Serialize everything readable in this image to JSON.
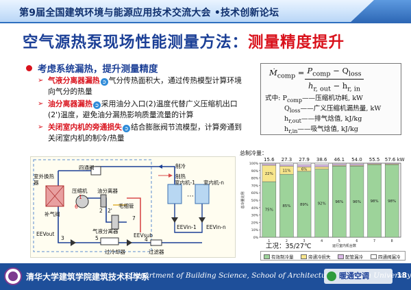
{
  "header": {
    "conference": "第9届全国建筑环境与能源应用技术交流大会 •技术创新论坛"
  },
  "title": {
    "part1": "空气源热泵现场性能测量方法：",
    "part2": "测量精度提升"
  },
  "bullet": "考虑系统漏热，提升测量精度",
  "items": [
    {
      "highlight": "气液分离器漏热",
      "text": "气分传热面积大，通过传热模型计算环境向气分的热量"
    },
    {
      "highlight": "油分离器漏热",
      "text": "采用油分入口(2)温度代替广义压缩机出口(2')温度，避免油分漏热影响质量流量的计算"
    },
    {
      "highlight": "关闭室内机的旁通损失",
      "text": "结合膨胀阀节流模型，计算旁通到关闭室内机的制冷/热量"
    }
  ],
  "formula": {
    "lhs": "Ṁ",
    "lhs_sub": "comp",
    "numerator": "P",
    "num_sub": "comp",
    "num_minus": " − Q",
    "num_sub2": "loss",
    "denominator": "h",
    "den_sub": "r, out",
    "den_minus": " − h",
    "den_sub2": "r, in",
    "defs": [
      {
        "sym": "式中: P",
        "sub": "comp",
        "desc": "——压缩机功耗, kW"
      },
      {
        "sym": "Q",
        "sub": "loss",
        "desc": "——广义压缩机漏热量, kW"
      },
      {
        "sym": "h",
        "sub": "r,out",
        "desc": "——排气焓值, kJ/kg"
      },
      {
        "sym": "h",
        "sub": "r,in",
        "desc": "——吸气焓值, kJ/kg"
      }
    ]
  },
  "diagram": {
    "labels": {
      "four_way": "四通阀",
      "outdoor_hx": "室外换热器",
      "compressor": "压缩机",
      "oil_sep": "油分离器",
      "capillary": "毛细管",
      "gl_sep": "气液分离器",
      "subcool_hx": "过冷却器",
      "eev_out": "EEVout",
      "eev_sub": "EEVsub",
      "filter": "过滤器",
      "cooling": "制冷",
      "heating": "制热",
      "indoor1": "室内机-1",
      "indoorn": "室内机-n",
      "eev_in1": "EEVin-1",
      "eev_inn": "EEVin-n",
      "n1": "1",
      "n2": "2",
      "n2p": "2'",
      "n3": "3",
      "n4": "4",
      "n5": "5",
      "n6": "6",
      "n7": "7",
      "make_air": "补气阀",
      "dots": "⋯"
    }
  },
  "chart_data": {
    "type": "bar",
    "title": "总制冷量：",
    "ylabel": "总冷量比例",
    "xlabel": "运行室内机台数",
    "totals": [
      "15.6",
      "27.3",
      "27.9",
      "38.6",
      "46.1",
      "54.0",
      "55.5",
      "57.6 kW"
    ],
    "categories": [
      "1",
      "2",
      "3",
      "4",
      "5",
      "6",
      "7",
      "8"
    ],
    "ylim": [
      0,
      100
    ],
    "yticks": [
      "0%",
      "10%",
      "20%",
      "30%",
      "40%",
      "50%",
      "60%",
      "70%",
      "80%",
      "90%",
      "100%"
    ],
    "series": [
      {
        "name": "有效制冷量",
        "values": [
          75,
          85,
          89,
          92,
          96,
          96,
          98,
          98
        ],
        "color": "#9dd39a"
      },
      {
        "name": "旁通冷损失",
        "values": [
          22,
          11,
          6,
          3,
          1,
          1,
          1,
          1
        ],
        "color": "#f7e58c"
      },
      {
        "name": "配管漏冷",
        "values": [
          2,
          2,
          3,
          3,
          2,
          2,
          1,
          1
        ],
        "color": "#d9b8e6"
      },
      {
        "name": "四通阀漏冷",
        "values": [
          1,
          2,
          2,
          2,
          1,
          1,
          0,
          0
        ],
        "color": "#ffffff"
      }
    ],
    "data_labels": {
      "effective": [
        "75%",
        "85%",
        "89%",
        "92%",
        "96%",
        "96%",
        "98%",
        "98%"
      ],
      "bypass": [
        "22%",
        "11%",
        "6%",
        "",
        "",
        "",
        "",
        ""
      ]
    }
  },
  "workcond": "工况：35/27℃",
  "footer": {
    "school": "清华大学建筑学院建筑技术科学系",
    "dept": "Department of Building Science, School of Architecture, Tsinghua University",
    "watermark": "暖通空调",
    "page": "18"
  },
  "colors": {
    "accent": "#d9121c",
    "title_blue": "#1b3f96",
    "footer": "#1e4f9a"
  }
}
